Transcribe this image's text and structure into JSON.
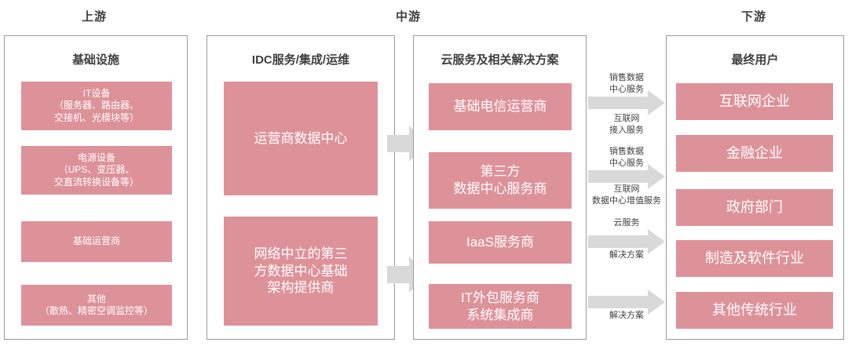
{
  "stages": [
    {
      "label": "上游"
    },
    {
      "label": "中游"
    },
    {
      "label": "下游"
    }
  ],
  "columns": [
    {
      "title": "基础设施",
      "items": [
        {
          "text": "IT设备\n（服务器、路由器、\n交接机、光模块等）"
        },
        {
          "text": "电源设备\n（UPS、变压器、\n交直流转换设备等）"
        },
        {
          "text": "基础运营商"
        },
        {
          "text": "其他\n（散热、精密空调监控等）"
        }
      ]
    },
    {
      "title": "IDC服务/集成/运维",
      "items": [
        {
          "text": "运营商数据中心"
        },
        {
          "text": "网络中立的第三\n方数据中心基础\n架构提供商"
        }
      ]
    },
    {
      "title": "云服务及相关解决方案",
      "items": [
        {
          "text": "基础电信运营商"
        },
        {
          "text": "第三方\n数据中心服务商"
        },
        {
          "text": "IaaS服务商"
        },
        {
          "text": "IT外包服务商\n系统集成商"
        }
      ]
    },
    {
      "title": "最终用户",
      "items": [
        {
          "text": "互联网企业"
        },
        {
          "text": "金融企业"
        },
        {
          "text": "政府部门"
        },
        {
          "text": "制造及软件行业"
        },
        {
          "text": "其他传统行业"
        }
      ]
    }
  ],
  "mid_arrows": [
    {
      "name": "arrow-col2-to-col3-upper"
    },
    {
      "name": "arrow-col2-to-col3-lower"
    }
  ],
  "right_arrows": [
    {
      "name": "arrow-to-internet-enterprise"
    },
    {
      "name": "arrow-to-finance-enterprise"
    },
    {
      "name": "arrow-to-government"
    },
    {
      "name": "arrow-to-traditional-industry"
    }
  ],
  "arrow_labels": [
    {
      "text": "销售数据\n中心服务"
    },
    {
      "text": "互联网\n接入服务"
    },
    {
      "text": "销售数据\n中心服务"
    },
    {
      "text": "互联网\n数据中心增值服务"
    },
    {
      "text": "云服务"
    },
    {
      "text": "解决方案"
    },
    {
      "text": "解决方案"
    }
  ],
  "colors": {
    "pink": "#dd929a",
    "frame": "#9a9a9a",
    "arrow": "#d9d9d9",
    "text_dark": "#3f3f3f",
    "text_light": "#ffffff"
  }
}
